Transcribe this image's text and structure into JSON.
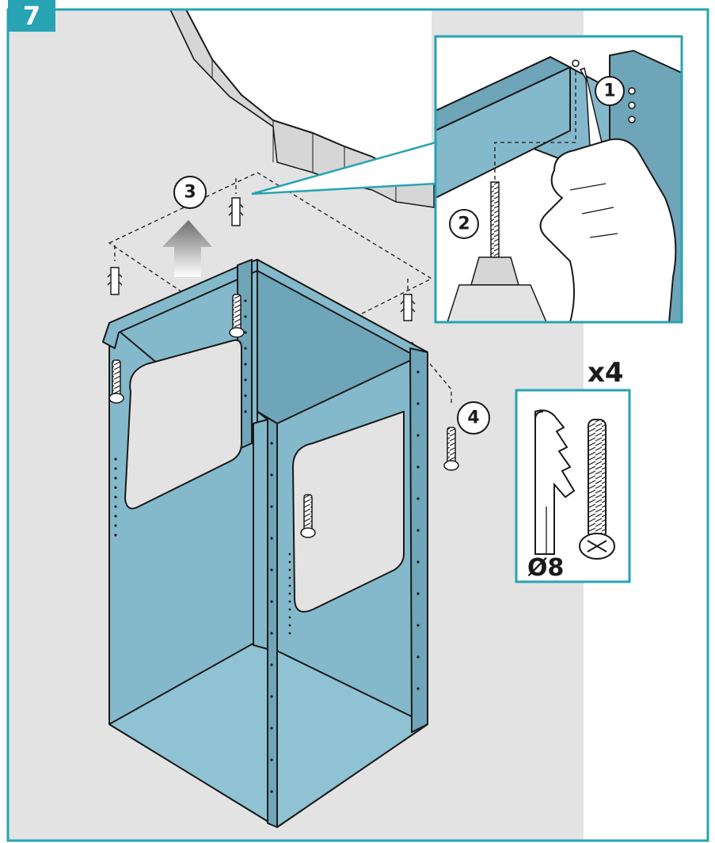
{
  "step_number": "7",
  "callouts": {
    "c1": "1",
    "c2": "2",
    "c3": "3",
    "c4": "4"
  },
  "parts": {
    "quantity": "x4",
    "plug_diameter": "Ø8"
  },
  "colors": {
    "frame": "#27a3b3",
    "wall": "#e3e3e3",
    "cabinet": "#84b9cb",
    "cabinet_dark": "#6ea5b8",
    "outline": "#1a1a1a"
  },
  "icons": [
    "wall-plug-icon",
    "screw-icon",
    "drill-icon",
    "hand-icon",
    "upward-arrow-icon"
  ]
}
